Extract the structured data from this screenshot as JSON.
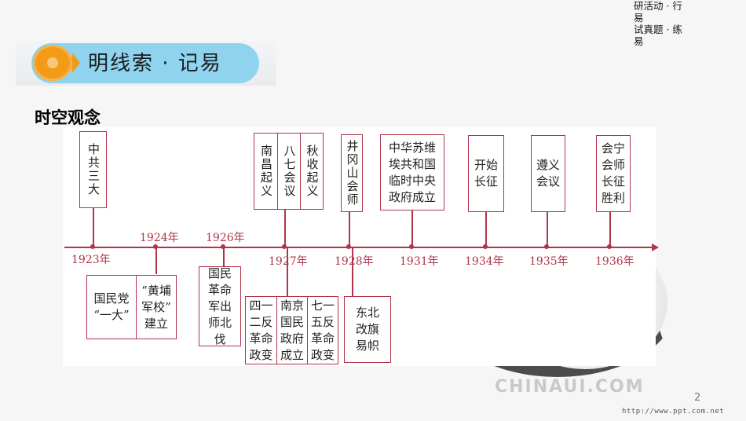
{
  "header": {
    "nav_lines": [
      "研活动 · 行",
      "易",
      "试真题 · 练",
      "易"
    ]
  },
  "banner": {
    "title": "明线索 · 记易"
  },
  "section_title": "时空观念",
  "timeline": {
    "years": [
      "1923年",
      "1924年",
      "1926年",
      "1927年",
      "1928年",
      "1931年",
      "1934年",
      "1935年",
      "1936年"
    ],
    "top_events": [
      "中共三大",
      "南昌起义",
      "八七会议",
      "秋收起义",
      "井冈山会师",
      "中华苏维\n埃共和国\n临时中央\n政府成立",
      "开始\n长征",
      "遵义\n会议",
      "会宁\n会师\n长征\n胜利"
    ],
    "bottom_events": [
      "国民党\n“一大”",
      "“黄埔\n军校”\n建立",
      "国民\n革命\n军出\n师北\n伐",
      "四一\n二反\n革命\n政变",
      "南京\n国民\n政府\n成立",
      "七一\n五反\n革命\n政变",
      "东北\n改旗\n易帜"
    ]
  },
  "watermark": "CHINAUI.COM",
  "page_number": "2",
  "footer_url": "http://www.ppt.com.net",
  "colors": {
    "accent": "#b0344a",
    "banner_blue": "#8fd3ee",
    "banner_orange": "#f39a16"
  }
}
